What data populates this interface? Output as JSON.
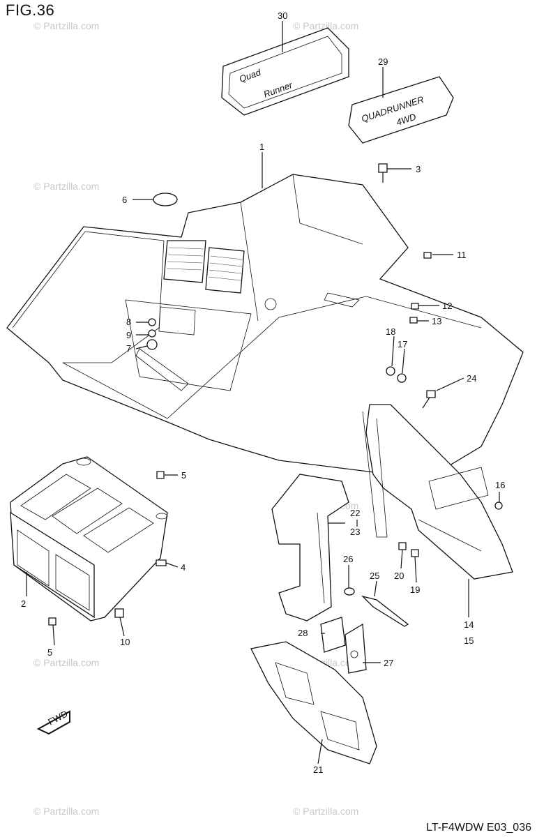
{
  "figure": {
    "title": "FIG.36",
    "code": "LT-F4WDW E03_036"
  },
  "watermark": "© Partzilla.com",
  "callouts": {
    "p1": "1",
    "p2": "2",
    "p3": "3",
    "p4": "4",
    "p5a": "5",
    "p5b": "5",
    "p6": "6",
    "p7": "7",
    "p8": "8",
    "p9": "9",
    "p10": "10",
    "p11": "11",
    "p12": "12",
    "p13": "13",
    "p14": "14",
    "p15": "15",
    "p16": "16",
    "p17": "17",
    "p18": "18",
    "p19": "19",
    "p20": "20",
    "p21": "21",
    "p22": "22",
    "p23": "23",
    "p24": "24",
    "p25": "25",
    "p26": "26",
    "p27": "27",
    "p28": "28",
    "p29": "29",
    "p30": "30"
  },
  "decals": {
    "d30_line1": "Quad",
    "d30_line2": "Runner",
    "d29_line1": "QUADRUNNER",
    "d29_line2": "4WD"
  },
  "fwd_arrow": "FWD"
}
